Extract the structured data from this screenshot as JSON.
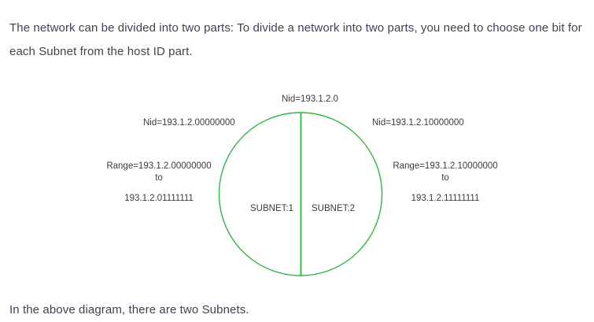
{
  "page": {
    "intro_paragraph": "The network can be divided into two parts: To divide a network into two parts, you need to choose one bit for each Subnet from the host ID part.",
    "conclusion_paragraph": "In the above diagram, there are two Subnets."
  },
  "diagram": {
    "stroke_color": "#2cb742",
    "label_color": "#3b3b3b",
    "network_id_top": "Nid=193.1.2.0",
    "subnets": [
      {
        "caption": "SUBNET:1",
        "network_id_label": "Nid=193.1.2.00000000",
        "range_start_label": "Range=193.1.2.00000000",
        "range_connector": "to",
        "range_end_label": "193.1.2.01111111"
      },
      {
        "caption": "SUBNET:2",
        "network_id_label": "Nid=193.1.2.10000000",
        "range_start_label": "Range=193.1.2.10000000",
        "range_connector": "to",
        "range_end_label": "193.1.2.11111111"
      }
    ]
  }
}
